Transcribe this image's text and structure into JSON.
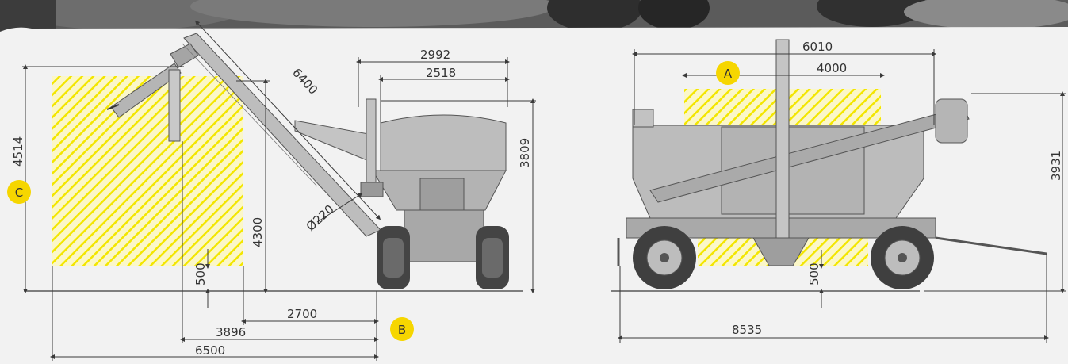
{
  "colors": {
    "background": "#f2f2f2",
    "hatch_yellow": "#f3e600",
    "badge_fill": "#f6d600",
    "machine_gray": "#b9b9b9",
    "machine_dark": "#5a5a5a",
    "line": "#3a3a3a",
    "photo_band": "#4a4a4a"
  },
  "labels": {
    "A": "A",
    "B": "B",
    "C": "C"
  },
  "dimensions": {
    "left_width_top": "2992",
    "left_width_inner": "2518",
    "auger_length": "6400",
    "total_height": "4514",
    "body_height": "3809",
    "discharge_height": "4300",
    "pipe_diameter": "Ø220",
    "clearance_left": "500",
    "reach_2700": "2700",
    "reach_3896": "3896",
    "reach_6500": "6500",
    "right_total_width": "6010",
    "right_area_width": "4000",
    "right_height": "3931",
    "right_clearance": "500",
    "right_length": "8535"
  }
}
